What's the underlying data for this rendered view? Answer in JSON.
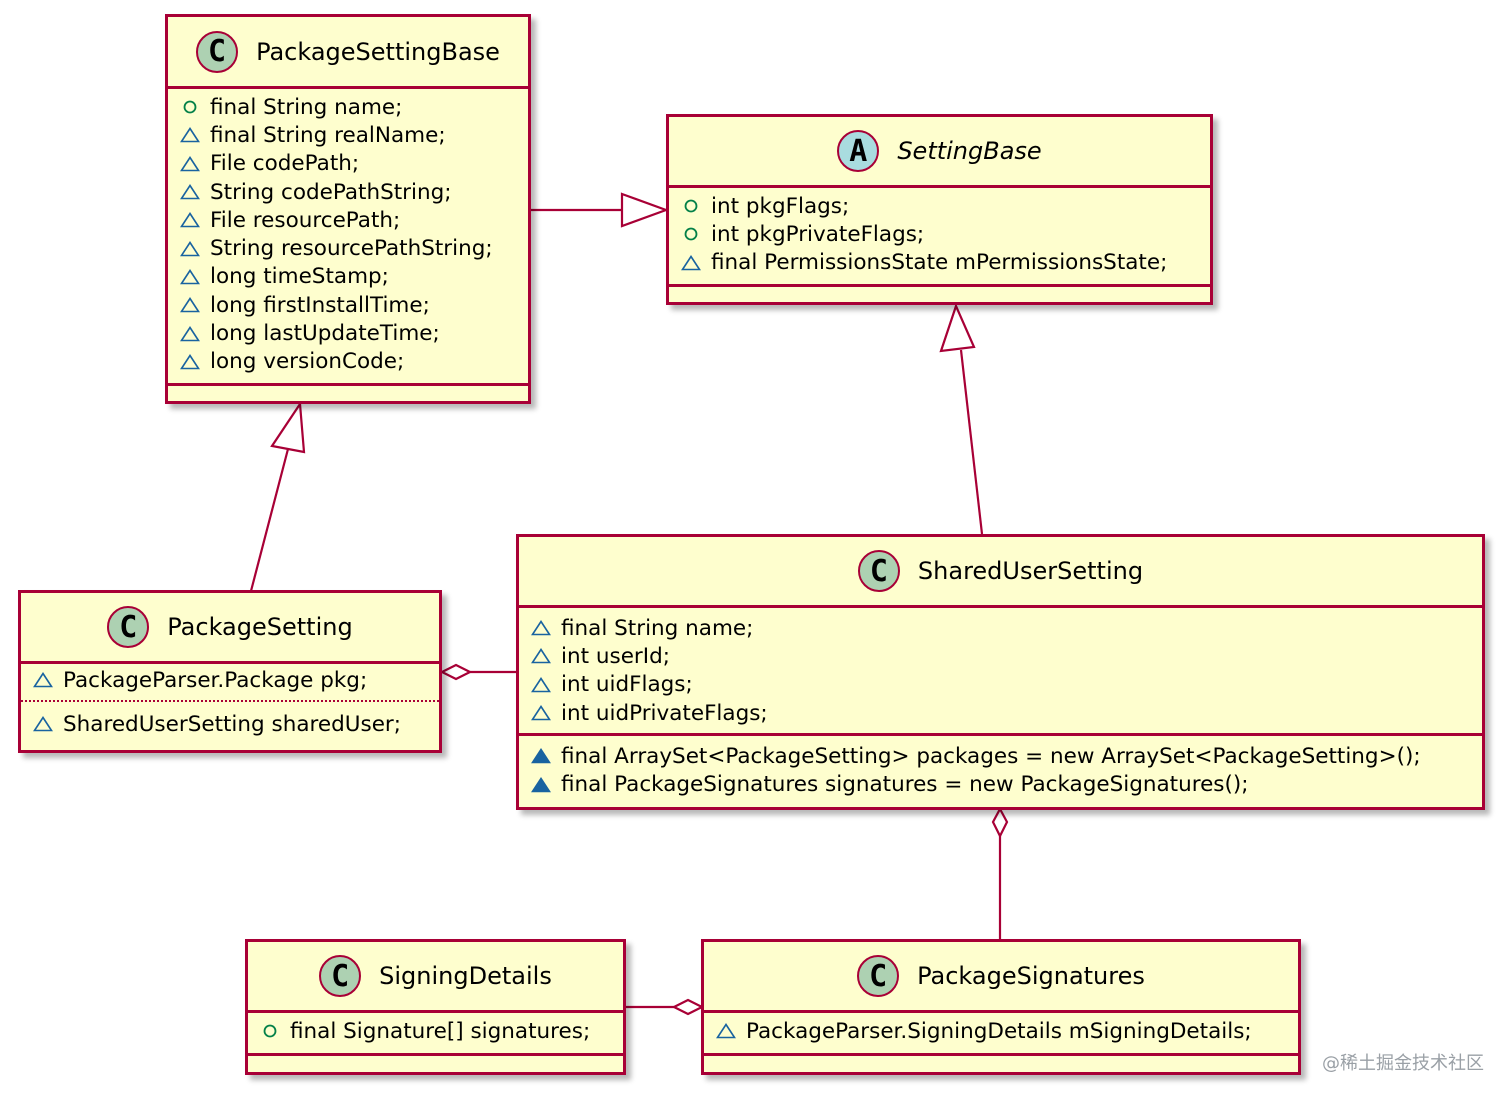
{
  "classes": {
    "package_setting_base": {
      "stereotype": "C",
      "name": "PackageSettingBase",
      "fields": [
        {
          "vis": "public",
          "text": "final String name;"
        },
        {
          "vis": "package",
          "text": "final String realName;"
        },
        {
          "vis": "package",
          "text": "File codePath;"
        },
        {
          "vis": "package",
          "text": "String codePathString;"
        },
        {
          "vis": "package",
          "text": "File resourcePath;"
        },
        {
          "vis": "package",
          "text": "String resourcePathString;"
        },
        {
          "vis": "package",
          "text": "long timeStamp;"
        },
        {
          "vis": "package",
          "text": "long firstInstallTime;"
        },
        {
          "vis": "package",
          "text": "long lastUpdateTime;"
        },
        {
          "vis": "package",
          "text": "long versionCode;"
        }
      ]
    },
    "setting_base": {
      "stereotype": "A",
      "name": "SettingBase",
      "fields": [
        {
          "vis": "public",
          "text": "int pkgFlags;"
        },
        {
          "vis": "public",
          "text": "int pkgPrivateFlags;"
        },
        {
          "vis": "package",
          "text": "final PermissionsState mPermissionsState;"
        }
      ]
    },
    "package_setting": {
      "stereotype": "C",
      "name": "PackageSetting",
      "fields": [
        {
          "vis": "package",
          "text": "PackageParser.Package pkg;"
        }
      ],
      "fields_after_separator": [
        {
          "vis": "package",
          "text": "SharedUserSetting sharedUser;"
        }
      ]
    },
    "shared_user_setting": {
      "stereotype": "C",
      "name": "SharedUserSetting",
      "fields": [
        {
          "vis": "package",
          "text": "final String name;"
        },
        {
          "vis": "package",
          "text": "int userId;"
        },
        {
          "vis": "package",
          "text": "int uidFlags;"
        },
        {
          "vis": "package",
          "text": "int uidPrivateFlags;"
        }
      ],
      "fields_after_separator": [
        {
          "vis": "package-static",
          "text": "final ArraySet<PackageSetting> packages = new ArraySet<PackageSetting>();"
        },
        {
          "vis": "package-static",
          "text": "final PackageSignatures signatures = new PackageSignatures();"
        }
      ]
    },
    "signing_details": {
      "stereotype": "C",
      "name": "SigningDetails",
      "fields": [
        {
          "vis": "public",
          "text": "final Signature[] signatures;"
        }
      ]
    },
    "package_signatures": {
      "stereotype": "C",
      "name": "PackageSignatures",
      "fields": [
        {
          "vis": "package",
          "text": "PackageParser.SigningDetails mSigningDetails;"
        }
      ]
    }
  },
  "relations": [
    {
      "from": "PackageSettingBase",
      "to": "SettingBase",
      "kind": "extends"
    },
    {
      "from": "SharedUserSetting",
      "to": "SettingBase",
      "kind": "extends"
    },
    {
      "from": "PackageSetting",
      "to": "PackageSettingBase",
      "kind": "extends"
    },
    {
      "from": "SharedUserSetting",
      "to": "PackageSetting",
      "kind": "aggregation"
    },
    {
      "from": "PackageSignatures",
      "to": "SharedUserSetting",
      "kind": "aggregation"
    },
    {
      "from": "SigningDetails",
      "to": "PackageSignatures",
      "kind": "aggregation"
    }
  ],
  "colors": {
    "class_fill": "#FEFECE",
    "border": "#A80036",
    "class_badge": "#ADD1B2",
    "abstract_badge": "#A9DCDF",
    "public_marker": "#038048",
    "package_marker": "#1963A0"
  },
  "icons": {
    "public": "open-circle-icon",
    "package": "open-triangle-icon",
    "package-static": "filled-triangle-icon"
  },
  "watermark": "@稀土掘金技术社区"
}
